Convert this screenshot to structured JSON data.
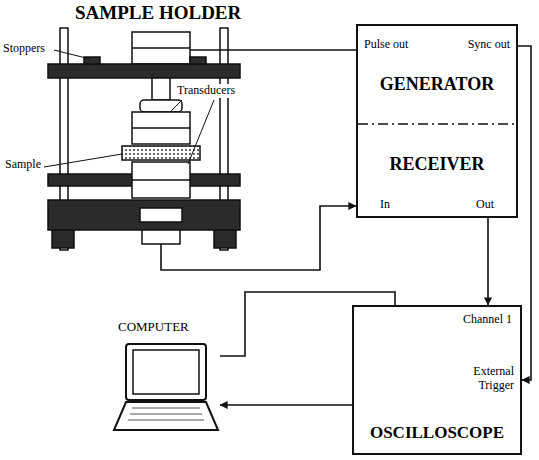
{
  "diagram": {
    "nodes": [
      {
        "text": [
          "SAMPLE HOLDER"
        ]
      },
      {
        "text": [
          "Pulse out",
          "Sync out",
          "GENERATOR",
          "RECEIVER",
          "In",
          "Out"
        ]
      },
      {
        "text": [
          "COMPUTER"
        ]
      },
      {
        "text": [
          "Channel 1",
          "External Trigger",
          "OSCILLOSCOPE"
        ]
      }
    ],
    "edges": [
      {
        "from": 1,
        "to": 0,
        "arrow": "none"
      },
      {
        "from": 0,
        "to": 1,
        "arrow": "to"
      },
      {
        "from": 1,
        "to": 3,
        "arrow": "to"
      },
      {
        "from": 1,
        "to": 3,
        "arrow": "to"
      },
      {
        "from": 3,
        "to": 2,
        "arrow": "to"
      },
      {
        "from": 2,
        "to": 3,
        "arrow": "none"
      }
    ],
    "labels": [
      "Stoppers",
      "Transducers",
      "Sample"
    ]
  }
}
